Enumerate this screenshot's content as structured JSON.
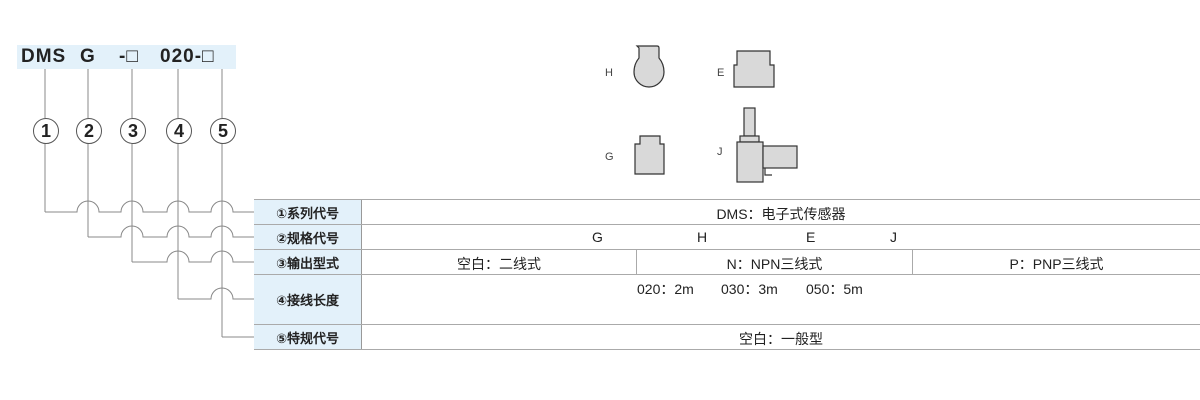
{
  "code": {
    "parts": [
      "DMS",
      "G",
      "-□",
      "020-□"
    ]
  },
  "circles": [
    "1",
    "2",
    "3",
    "4",
    "5"
  ],
  "shapes": [
    {
      "label": "H"
    },
    {
      "label": "E"
    },
    {
      "label": "G"
    },
    {
      "label": "J"
    }
  ],
  "rows": [
    {
      "label": "①系列代号",
      "value": "DMS：电子式传感器"
    },
    {
      "label": "②规格代号",
      "values": [
        "G",
        "H",
        "E",
        "J"
      ]
    },
    {
      "label": "③输出型式",
      "values": [
        "空白：二线式",
        "N：NPN三线式",
        "P：PNP三线式"
      ]
    },
    {
      "label": "④接线长度",
      "values": [
        "020：2m",
        "030：3m",
        "050：5m"
      ]
    },
    {
      "label": "⑤特规代号",
      "value": "空白：一般型"
    }
  ]
}
